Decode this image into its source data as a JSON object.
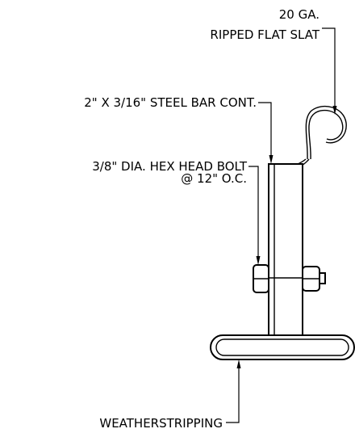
{
  "labels": {
    "slat_line1": "20 GA.",
    "slat_line2": "RIPPED FLAT SLAT",
    "steel_bar": "2\" X 3/16\" STEEL BAR CONT.",
    "bolt_line1": "3/8\" DIA. HEX HEAD BOLT",
    "bolt_line2": "@ 12\" O.C.",
    "weatherstripping": "WEATHERSTRIPPING"
  },
  "colors": {
    "line": "#000000",
    "background": "#ffffff"
  }
}
